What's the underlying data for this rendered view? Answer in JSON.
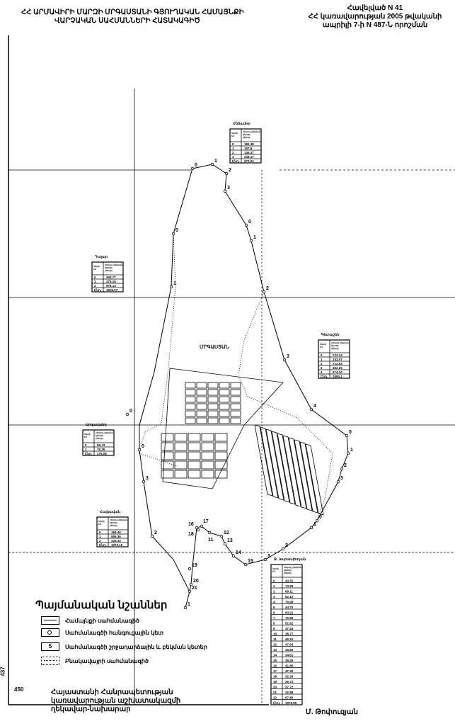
{
  "header": {
    "title_lines": [
      "ՀՀ ԱՐՄԱՎԻՐԻ ՄԱՐԶԻ ՄՐԳԱՍՏԱՆԻ ԳՅՈՒՂԱԿԱՆ ՀԱՄԱՅՆՔԻ",
      "ՎԱՐՉԱԿԱՆ ՍԱՀՄԱՆՆԵՐԻ ՀԱՏԱԿԱԳԻԾ"
    ],
    "annex_lines": [
      "Հավելված N 41",
      "ՀՀ կառավարության 2005 թվականի",
      "ապրիլի 7-ի N 487-Ն որոշման"
    ]
  },
  "map": {
    "settlement_label": "ՄՐԳԱՍՏԱՆ",
    "grid_numbers": {
      "left": "437",
      "bottom": "450"
    },
    "point_labels": [
      "0",
      "1",
      "2",
      "3",
      "0",
      "1",
      "2",
      "3",
      "4",
      "0",
      "1",
      "2",
      "3",
      "0",
      "1",
      "2",
      "3",
      "15",
      "14",
      "13",
      "12",
      "11",
      "17",
      "16",
      "18",
      "19",
      "20",
      "21",
      "1",
      "2",
      "3",
      "0",
      "0",
      "1",
      "0"
    ],
    "neighbour_tables": [
      {
        "name": "Մեծամոր",
        "rows": [
          [
            "0",
            "181.38"
          ],
          [
            "1",
            "107.6"
          ],
          [
            "2",
            "145.37"
          ],
          [
            "3",
            "238.17"
          ],
          [
            "Ընդ.",
            "672.52"
          ]
        ]
      },
      {
        "name": "Դալար",
        "rows": [
          [
            "0",
            "253.77"
          ],
          [
            "1",
            "276.16"
          ],
          [
            "2",
            "976.14"
          ],
          [
            "Ընդ.",
            "1506.07"
          ]
        ]
      },
      {
        "name": "Գետաշեն",
        "rows": [
          [
            "0",
            "723.14"
          ],
          [
            "1",
            "232.07"
          ],
          [
            "2",
            "712.53"
          ],
          [
            "3",
            "452.25"
          ],
          [
            "4",
            "474.10"
          ],
          [
            "Ընդ.",
            "2594.1"
          ]
        ]
      },
      {
        "name": "Արգավանդ",
        "rows": [
          [
            "0",
            "99.73"
          ],
          [
            "1",
            "75.35"
          ],
          [
            "Ընդ.",
            "175.08"
          ]
        ]
      },
      {
        "name": "Հայկավան",
        "rows": [
          [
            "0",
            "184.45"
          ],
          [
            "1",
            "555.36"
          ],
          [
            "2",
            "333.34"
          ],
          [
            "Ընդ.",
            "1073.15"
          ]
        ]
      },
      {
        "name": "Ջ. Կարապետյան",
        "rows": [
          [
            "0",
            "44.31"
          ],
          [
            "1",
            "73.29"
          ],
          [
            "2",
            "68.11"
          ],
          [
            "3",
            "52.12"
          ],
          [
            "4",
            "70.96"
          ],
          [
            "5",
            "44.70"
          ],
          [
            "6",
            "63.21"
          ],
          [
            "7",
            "72.55"
          ],
          [
            "8",
            "51.62"
          ],
          [
            "9",
            "37.44"
          ],
          [
            "10",
            "38.77"
          ],
          [
            "11",
            "45.10"
          ],
          [
            "12",
            "47.63"
          ],
          [
            "13",
            "33.50"
          ],
          [
            "14",
            "34.61"
          ],
          [
            "15",
            "38.28"
          ],
          [
            "16",
            "41.85"
          ],
          [
            "17",
            "47.30"
          ],
          [
            "18",
            "32.30"
          ],
          [
            "19",
            "25.72"
          ],
          [
            "20",
            "37.72"
          ],
          [
            "21",
            "32.88"
          ],
          [
            "22",
            "67.80"
          ],
          [
            "Ընդ.",
            "1078.85"
          ]
        ]
      }
    ],
    "table_headers": [
      "Կետի հմ",
      "Հեռավ. բեկման կետեր (մետր)"
    ]
  },
  "legend": {
    "title": "Պայմանական նշաններ",
    "items": [
      {
        "label": "Համայնքի սահմանագիծ",
        "symbol": "solid-line"
      },
      {
        "label": "Սահմանագծի հանգուցային կետ",
        "symbol": "node-point"
      },
      {
        "label": "Սահմանագծի շրջադարձային և բեկման կետեր",
        "symbol": "turning-point",
        "symbol_text": "5"
      },
      {
        "label": "Բնակավայրի սահմանագիծ",
        "symbol": "dotted-line"
      }
    ]
  },
  "footer": {
    "signatory_title_lines": [
      "Հայաստանի Հանրապետության",
      "կառավարության աշխատակազմի",
      "ղեկավար-նախարար"
    ],
    "signatory_name": "Մ. Թոփուզյան"
  }
}
